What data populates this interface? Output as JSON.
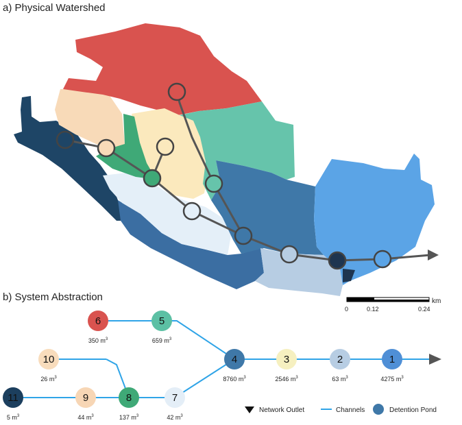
{
  "panel_a": {
    "title": "a) Physical Watershed",
    "scale": {
      "unit": "km",
      "ticks": [
        "0",
        "0.12",
        "0.24"
      ]
    }
  },
  "panel_b": {
    "title": "b) System Abstraction",
    "nodes": [
      {
        "id": "1",
        "volume": "4275",
        "color": "#4f8fd6"
      },
      {
        "id": "2",
        "volume": "63",
        "color": "#b7cde3"
      },
      {
        "id": "3",
        "volume": "2546",
        "color": "#f6f0c0"
      },
      {
        "id": "4",
        "volume": "8760",
        "color": "#3f78a8"
      },
      {
        "id": "5",
        "volume": "659",
        "color": "#5cc0a4"
      },
      {
        "id": "6",
        "volume": "350",
        "color": "#d9534f"
      },
      {
        "id": "7",
        "volume": "42",
        "color": "#e4eef7"
      },
      {
        "id": "8",
        "volume": "137",
        "color": "#3fa977"
      },
      {
        "id": "9",
        "volume": "44",
        "color": "#f7d6b5"
      },
      {
        "id": "10",
        "volume": "26",
        "color": "#f8dcbc"
      },
      {
        "id": "11",
        "volume": "5",
        "color": "#1c3f5e"
      }
    ],
    "unit": "m",
    "unit_exp": "3",
    "legend": {
      "outlet": "Network Outlet",
      "channels": "Channels",
      "pond": "Detention Pond"
    }
  },
  "colors": {
    "channel": "#2fa4e7",
    "graph_line": "#555555"
  }
}
